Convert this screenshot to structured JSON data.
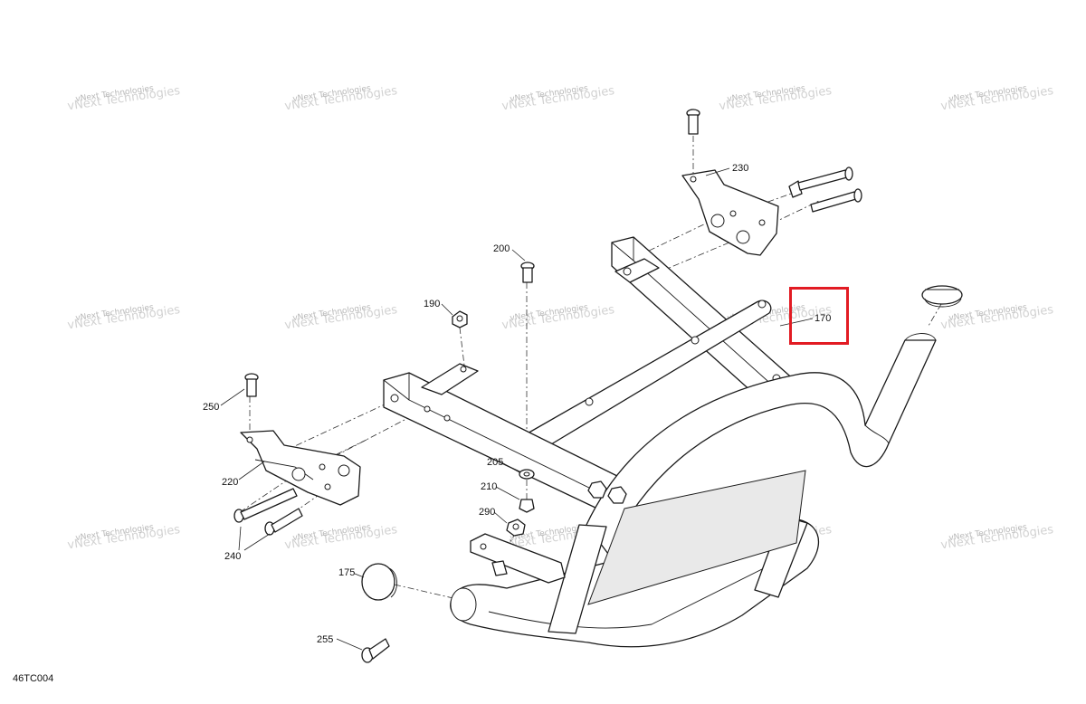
{
  "diagram": {
    "labels": [
      "230",
      "200",
      "190",
      "170",
      "250",
      "220",
      "205",
      "210",
      "290",
      "240",
      "175",
      "255"
    ],
    "highlighted_label": "170",
    "highlight_color": "#e21b23",
    "line_color": "#1a1a1a",
    "drawing_code": "46TC004",
    "watermark": {
      "line1": "vNext Technologies",
      "line2": "vNext Technologies"
    }
  }
}
